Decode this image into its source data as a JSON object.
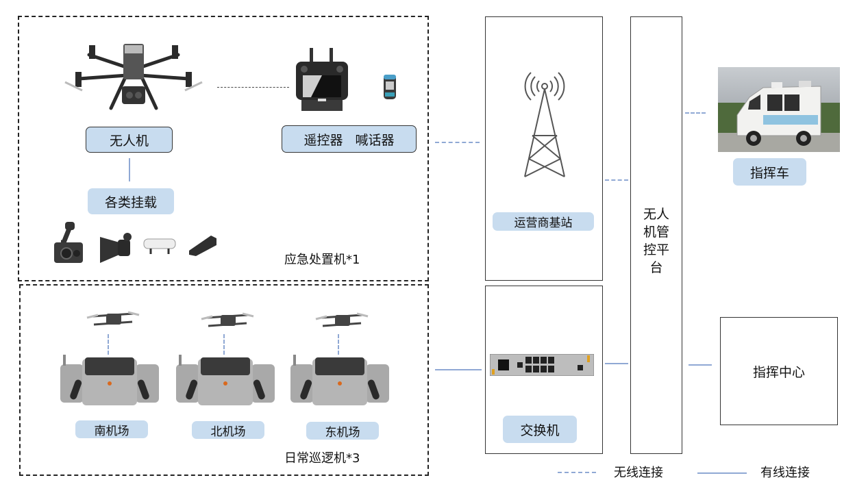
{
  "emergency_group": {
    "caption": "应急处置机*1",
    "drone": {
      "label": "无人机",
      "icon": "quadcopter-drone-icon"
    },
    "controller": {
      "label": "遥控器   喊话器",
      "icons": [
        "remote-controller-icon",
        "handheld-speaker-icon"
      ]
    },
    "payloads": {
      "label": "各类挂载",
      "icons": [
        "gimbal-camera-icon",
        "loudspeaker-icon",
        "spotlight-icon",
        "payload-module-icon"
      ]
    }
  },
  "patrol_group": {
    "caption": "日常巡逻机*3",
    "airports": [
      {
        "label": "南机场"
      },
      {
        "label": "北机场"
      },
      {
        "label": "东机场"
      }
    ]
  },
  "base_station": {
    "label": "运营商基站",
    "icon": "cell-tower-icon"
  },
  "switch": {
    "label": "交换机",
    "icon": "network-switch-icon"
  },
  "platform": {
    "label": "无人机管控平台",
    "lines": [
      "无人",
      "机管",
      "控平",
      "台"
    ]
  },
  "command_vehicle": {
    "label": "指挥车",
    "icon": "command-van-photo"
  },
  "command_center": {
    "label": "指挥中心"
  },
  "legend": {
    "wireless": "无线连接",
    "wired": "有线连接"
  },
  "colors": {
    "pill_fill": "#c8dcef",
    "connector": "#8fa8d4",
    "border": "#222222"
  }
}
